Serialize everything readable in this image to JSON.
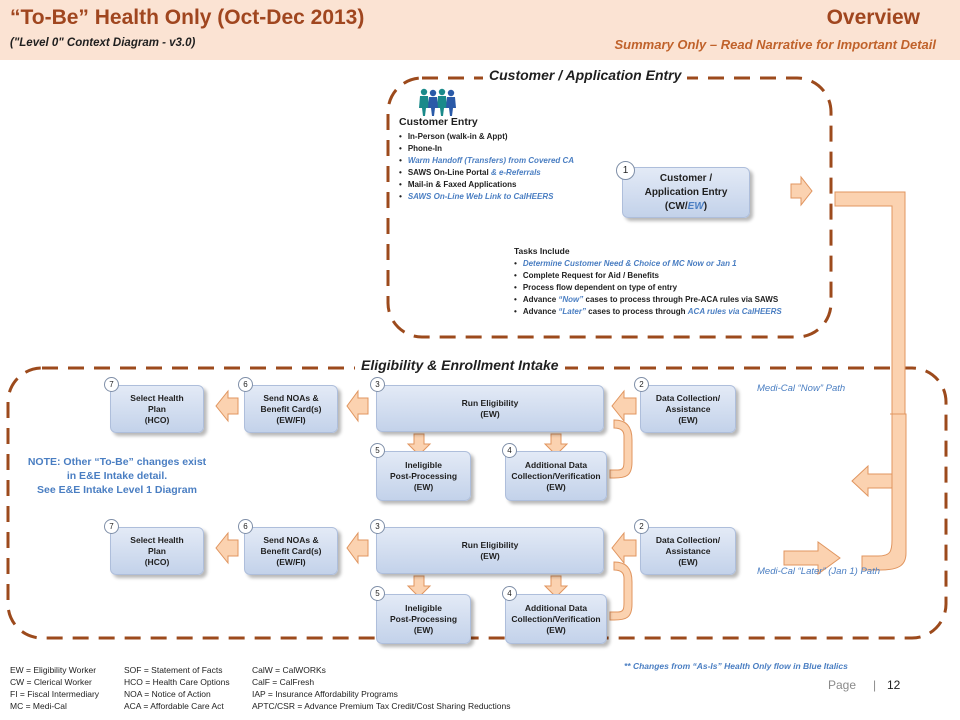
{
  "header": {
    "title": "“To-Be”  Health Only  (Oct-Dec 2013)",
    "subtitle": "(\"Level 0\" Context Diagram - v3.0)",
    "overview": "Overview",
    "summary_note": "Summary Only – Read Narrative for Important Detail"
  },
  "colors": {
    "accent": "#a0461f",
    "dash": "#9c4a1c",
    "arrow_fill": "#fbd2b0",
    "arrow_stroke": "#e0955f",
    "box_fill": "#c8d6ec",
    "italic_note": "#4a7ec2"
  },
  "icons": {
    "people": "people-group-icon",
    "arrows": "block-arrow-icon"
  },
  "customer_section": {
    "title": "Customer / Application Entry",
    "entry_heading": "Customer Entry",
    "entry_items": [
      {
        "text": "In-Person (walk-in & Appt)"
      },
      {
        "text": "Phone-In"
      },
      {
        "text": "Warm Handoff (Transfers) from Covered CA"
      },
      {
        "text": "SAWS On-Line Portal",
        "extra": " & e-Referrals"
      },
      {
        "text": "Mail-in & Faxed Applications"
      },
      {
        "text": "SAWS On-Line Web Link to CalHEERS"
      }
    ],
    "entry_box": {
      "num": "1",
      "line1": "Customer /",
      "line2": "Application Entry",
      "line3_a": "(CW/",
      "line3_b": "EW",
      "line3_c": ")"
    },
    "tasks_heading": "Tasks Include",
    "tasks": [
      {
        "a": "Determine Customer Need  & Choice of MC Now or Jan 1",
        "b": "",
        "c": ""
      },
      {
        "a": "Complete Request for Aid / Benefits",
        "b": "",
        "c": ""
      },
      {
        "a": "Process flow dependent on type of entry",
        "b": "",
        "c": ""
      },
      {
        "a": "Advance ",
        "b": "“Now”",
        "c": " cases to process through Pre-ACA rules via SAWS"
      },
      {
        "a": "Advance ",
        "b": "“Later”",
        "c": " cases to process through "
      },
      {
        "d": "ACA rules via CalHEERS"
      }
    ]
  },
  "ee_section": {
    "title": "Eligibility & Enrollment Intake",
    "now_path_label": "Medi-Cal “Now” Path",
    "later_path_label": "Medi-Cal “Later” (Jan 1) Path",
    "note": [
      "NOTE: Other “To-Be” changes exist",
      "in E&E Intake detail.",
      "See E&E Intake Level 1 Diagram"
    ],
    "rows": [
      {
        "select_plan": {
          "num": "7",
          "lines": [
            "Select Health",
            "Plan",
            "(HCO)"
          ]
        },
        "send_noas": {
          "num": "6",
          "lines": [
            "Send NOAs &",
            "Benefit Card(s)",
            "(EW/FI)"
          ]
        },
        "run_elig": {
          "num": "3",
          "lines": [
            "Run Eligibility",
            "(EW)"
          ]
        },
        "data_collection": {
          "num": "2",
          "lines": [
            "Data Collection/",
            "Assistance",
            "(EW)"
          ]
        },
        "ineligible": {
          "num": "5",
          "lines": [
            "Ineligible",
            "Post-Processing",
            "(EW)"
          ]
        },
        "additional_data": {
          "num": "4",
          "lines": [
            "Additional Data",
            "Collection/Verification",
            "(EW)"
          ]
        }
      },
      {
        "select_plan": {
          "num": "7",
          "lines": [
            "Select Health",
            "Plan",
            "(HCO)"
          ]
        },
        "send_noas": {
          "num": "6",
          "lines": [
            "Send NOAs &",
            "Benefit Card(s)",
            "(EW/FI)"
          ]
        },
        "run_elig": {
          "num": "3",
          "lines": [
            "Run Eligibility",
            "(EW)"
          ]
        },
        "data_collection": {
          "num": "2",
          "lines": [
            "Data Collection/",
            "Assistance",
            "(EW)"
          ]
        },
        "ineligible": {
          "num": "5",
          "lines": [
            "Ineligible",
            "Post-Processing",
            "(EW)"
          ]
        },
        "additional_data": {
          "num": "4",
          "lines": [
            "Additional Data",
            "Collection/Verification",
            "(EW)"
          ]
        }
      }
    ]
  },
  "legend": {
    "col1": [
      "EW = Eligibility Worker",
      "CW = Clerical Worker",
      "FI = Fiscal Intermediary",
      "MC = Medi-Cal"
    ],
    "col2": [
      "SOF = Statement of Facts",
      "HCO = Health Care Options",
      "NOA = Notice of Action",
      "ACA = Affordable Care Act"
    ],
    "col3": [
      "CalW = CalWORKs",
      "CalF = CalFresh",
      "IAP = Insurance Affordability Programs",
      "APTC/CSR = Advance Premium Tax Credit/Cost Sharing Reductions"
    ]
  },
  "footer": {
    "changes_note": "** Changes from “As-Is” Health Only flow in Blue Italics",
    "page_label": "Page",
    "page_sep": "|",
    "page_number": "12"
  }
}
